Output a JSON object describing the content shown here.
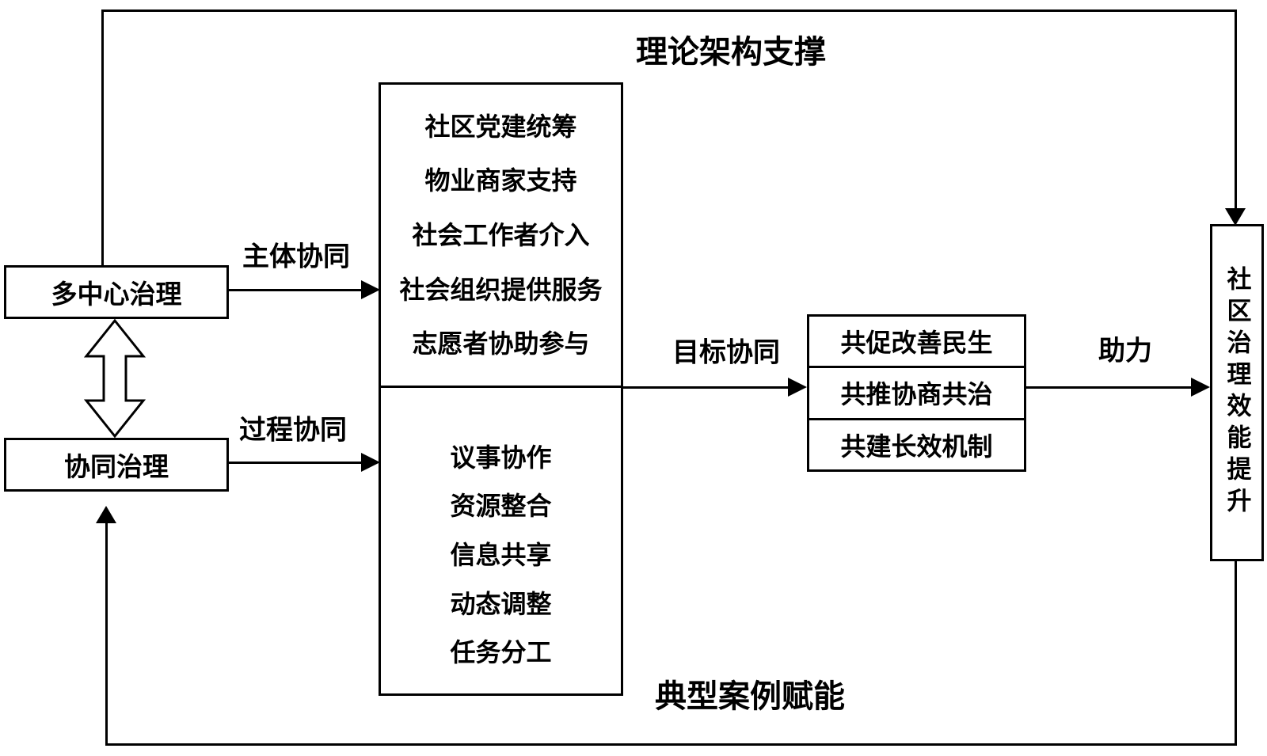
{
  "diagram": {
    "top_label": "理论架构支撑",
    "bottom_label": "典型案例赋能",
    "left_boxes": {
      "polycentric": "多中心治理",
      "collaborative": "协同治理"
    },
    "edge_labels": {
      "subject": "主体协同",
      "process": "过程协同",
      "goal": "目标协同",
      "assist": "助力"
    },
    "center_box": {
      "top_items": [
        "社区党建统筹",
        "物业商家支持",
        "社会工作者介入",
        "社会组织提供服务",
        "志愿者协助参与"
      ],
      "bottom_items": [
        "议事协作",
        "资源整合",
        "信息共享",
        "动态调整",
        "任务分工"
      ]
    },
    "goal_box": {
      "rows": [
        "共促改善民生",
        "共推协商共治",
        "共建长效机制"
      ]
    },
    "right_box": {
      "label": "社区治理效能提升"
    },
    "colors": {
      "line": "#000000",
      "background": "#ffffff"
    }
  }
}
